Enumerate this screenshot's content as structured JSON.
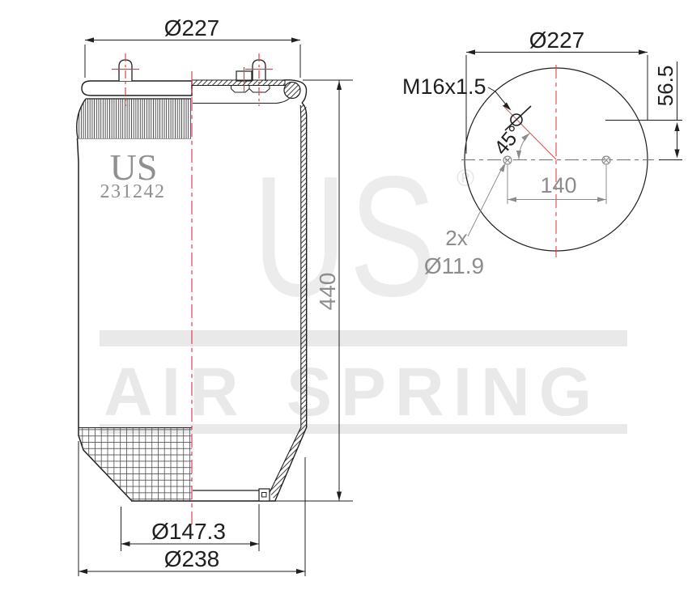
{
  "drawing_type": "air spring technical drawing, side section view and top plate view",
  "watermark": {
    "brand": "US",
    "registered": "®",
    "tagline": "AIR SPRING"
  },
  "left_view": {
    "top_diameter": "Ø227",
    "height": "440",
    "bottom_inner_diameter": "Ø147.3",
    "bottom_diameter": "Ø238",
    "marking_brand": "US",
    "marking_part_number": "231242"
  },
  "right_view": {
    "diameter": "Ø227",
    "thread_spec": "M16x1.5",
    "vertical_offset": "56.5",
    "angle": "45°",
    "bolt_spacing": "140",
    "hole_count": "2x",
    "hole_diameter": "Ø11.9"
  },
  "colors": {
    "line": "#1f1f1f",
    "centerline_red": "#d84545",
    "dim_gray": "#8c8c8c",
    "watermark_gray": "#e9e9e9",
    "marking_gray": "#909090"
  }
}
